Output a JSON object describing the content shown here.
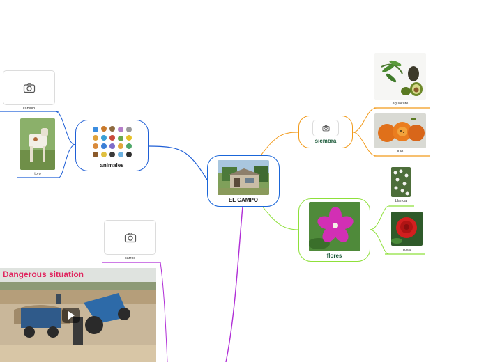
{
  "center": {
    "title": "EL CAMPO",
    "color": "#1a66d9"
  },
  "branches": {
    "animales": {
      "title": "animales",
      "color": "#1f5fd6",
      "children": {
        "caballo": "caballo",
        "toro": "toro"
      }
    },
    "siembra": {
      "title": "siembra",
      "color": "#f29a1a",
      "children": {
        "aguacate": "aguacate",
        "lulo": "lulo"
      }
    },
    "flores": {
      "title": "flores",
      "color": "#8ee03a",
      "children": {
        "blanca": "blanca",
        "rosa": "rosa"
      }
    },
    "carros": {
      "title": "carros",
      "color": "#b02ed6",
      "video_caption": "Dangerous situation"
    }
  },
  "icons": {
    "placeholder": "camera-icon",
    "video": "play-icon"
  }
}
